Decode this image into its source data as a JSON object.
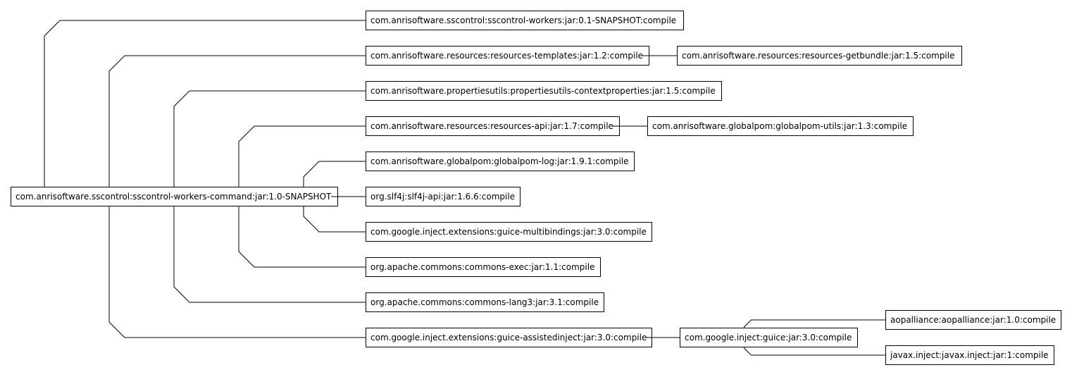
{
  "colors": {
    "root": "#ffcc99",
    "project": "#ffcc99",
    "ownlib": "#ccffff",
    "thirdparty": "#ccccff",
    "edge": "#000000"
  },
  "nodes": {
    "root": {
      "label": "com.anrisoftware.sscontrol:sscontrol-workers-command:jar:1.0-SNAPSHOT",
      "kind": "root"
    },
    "n1": {
      "label": "com.anrisoftware.sscontrol:sscontrol-workers:jar:0.1-SNAPSHOT:compile",
      "kind": "project"
    },
    "n2": {
      "label": "com.anrisoftware.resources:resources-templates:jar:1.2:compile",
      "kind": "ownlib"
    },
    "n2a": {
      "label": "com.anrisoftware.resources:resources-getbundle:jar:1.5:compile",
      "kind": "ownlib"
    },
    "n3": {
      "label": "com.anrisoftware.propertiesutils:propertiesutils-contextproperties:jar:1.5:compile",
      "kind": "ownlib"
    },
    "n4": {
      "label": "com.anrisoftware.resources:resources-api:jar:1.7:compile",
      "kind": "ownlib"
    },
    "n4a": {
      "label": "com.anrisoftware.globalpom:globalpom-utils:jar:1.3:compile",
      "kind": "ownlib"
    },
    "n5": {
      "label": "com.anrisoftware.globalpom:globalpom-log:jar:1.9.1:compile",
      "kind": "ownlib"
    },
    "n6": {
      "label": "org.slf4j:slf4j-api:jar:1.6.6:compile",
      "kind": "thirdparty"
    },
    "n7": {
      "label": "com.google.inject.extensions:guice-multibindings:jar:3.0:compile",
      "kind": "thirdparty"
    },
    "n8": {
      "label": "org.apache.commons:commons-exec:jar:1.1:compile",
      "kind": "thirdparty"
    },
    "n9": {
      "label": "org.apache.commons:commons-lang3:jar:3.1:compile",
      "kind": "thirdparty"
    },
    "n10": {
      "label": "com.google.inject.extensions:guice-assistedinject:jar:3.0:compile",
      "kind": "thirdparty"
    },
    "n10a": {
      "label": "com.google.inject:guice:jar:3.0:compile",
      "kind": "thirdparty"
    },
    "n10a1": {
      "label": "aopalliance:aopalliance:jar:1.0:compile",
      "kind": "thirdparty"
    },
    "n10a2": {
      "label": "javax.inject:javax.inject:jar:1:compile",
      "kind": "thirdparty"
    }
  },
  "edges": [
    [
      "root",
      "n1"
    ],
    [
      "root",
      "n2"
    ],
    [
      "root",
      "n3"
    ],
    [
      "root",
      "n4"
    ],
    [
      "root",
      "n5"
    ],
    [
      "root",
      "n6"
    ],
    [
      "root",
      "n7"
    ],
    [
      "root",
      "n8"
    ],
    [
      "root",
      "n9"
    ],
    [
      "root",
      "n10"
    ],
    [
      "n2",
      "n2a"
    ],
    [
      "n4",
      "n4a"
    ],
    [
      "n10",
      "n10a"
    ],
    [
      "n10a",
      "n10a1"
    ],
    [
      "n10a",
      "n10a2"
    ]
  ]
}
